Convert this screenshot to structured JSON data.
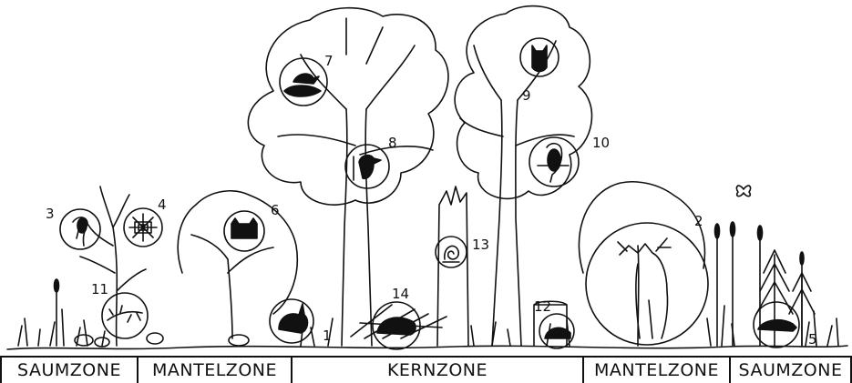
{
  "zones": [
    {
      "label": "SAUMZONE"
    },
    {
      "label": "MANTELZONE"
    },
    {
      "label": "KERNZONE"
    },
    {
      "label": "MANTELZONE"
    },
    {
      "label": "SAUMZONE"
    }
  ],
  "markers": [
    "1",
    "2",
    "3",
    "4",
    "5",
    "6",
    "7",
    "8",
    "9",
    "10",
    "11",
    "12",
    "13",
    "14"
  ],
  "colors": {
    "ink": "#111111",
    "paper": "#ffffff"
  },
  "icons": [
    "bird-of-prey-icon",
    "spider-web-icon",
    "mole-icon",
    "wildcat-icon",
    "songbird-nest-icon",
    "woodpecker-icon",
    "owl-icon",
    "hoopoe-icon",
    "lizard-icon",
    "hedgehog-icon",
    "snail-icon",
    "hedgehog-burrow-icon",
    "hare-icon",
    "deer-icon",
    "butterfly-icon"
  ]
}
